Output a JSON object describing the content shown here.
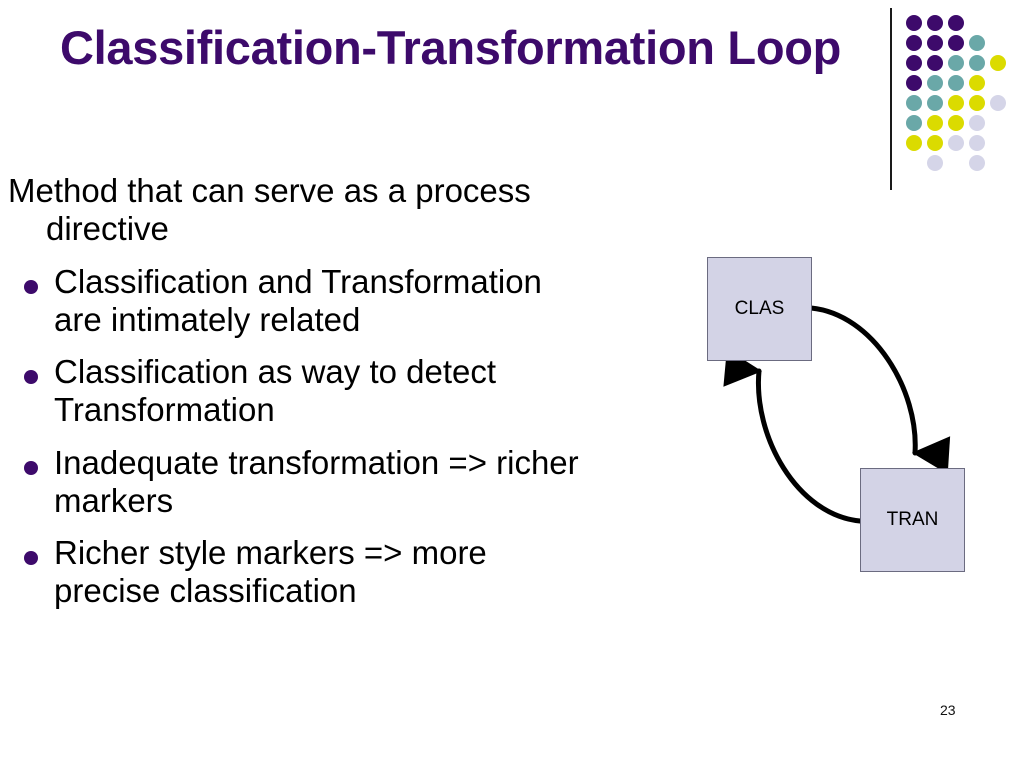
{
  "slide": {
    "title": "Classification-Transformation Loop",
    "page_number": "23",
    "background_color": "#ffffff",
    "accent_color": "#3D0A6B"
  },
  "body": {
    "items": [
      {
        "bullet": false,
        "lines": [
          "Method that can serve as a process",
          "directive"
        ]
      },
      {
        "bullet": true,
        "lines": [
          "Classification and Transformation",
          "are intimately related"
        ]
      },
      {
        "bullet": true,
        "lines": [
          "Classification as way to detect",
          "Transformation"
        ]
      },
      {
        "bullet": true,
        "lines": [
          "Inadequate transformation => richer",
          "markers"
        ]
      },
      {
        "bullet": true,
        "lines": [
          "Richer style markers => more",
          "precise classification"
        ]
      }
    ]
  },
  "diagram": {
    "box_clas_label": "CLAS",
    "box_tran_label": "TRAN",
    "box_fill_color": "#D3D3E6",
    "box_border_color": "#6b6b80",
    "arrow_color": "#000000",
    "arrow_clas_to_tran": "CLAS to TRAN",
    "arrow_tran_to_clas": "TRAN to CLAS"
  },
  "motif": {
    "colors": {
      "purple": "#3D0A6B",
      "teal": "#6AA8A8",
      "yellow": "#DBDB00",
      "lavender": "#D5D5E8"
    },
    "rows": [
      [
        "purple",
        "purple",
        "purple"
      ],
      [
        "purple",
        "purple",
        "purple",
        "teal"
      ],
      [
        "purple",
        "purple",
        "teal",
        "teal",
        "yellow"
      ],
      [
        "purple",
        "teal",
        "teal",
        "yellow"
      ],
      [
        "teal",
        "teal",
        "yellow",
        "yellow",
        "lavender"
      ],
      [
        "teal",
        "yellow",
        "yellow",
        "lavender"
      ],
      [
        "yellow",
        "yellow",
        "lavender",
        "lavender"
      ],
      [
        "blank",
        "lavender",
        "blank",
        "lavender"
      ]
    ]
  }
}
